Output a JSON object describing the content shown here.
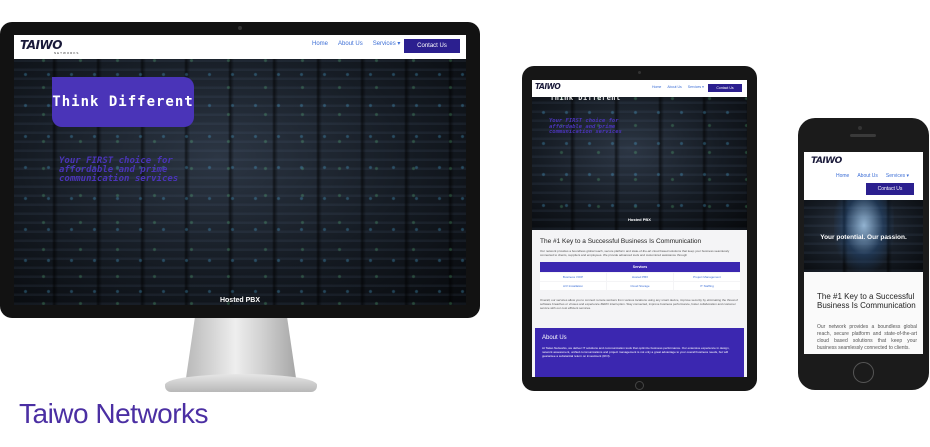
{
  "site": {
    "logo": {
      "text": "TAIWO",
      "sub": "NETWORKS"
    },
    "nav": {
      "home": "Home",
      "about": "About Us",
      "services": "Services ▾",
      "contact": "Contact Us"
    },
    "hero": {
      "title": "Think Different",
      "tagline": "Your FIRST choice for affordable and prime communication services",
      "caption": "Hosted PBX"
    },
    "section": {
      "heading": "The #1 Key to a Successful Business Is Communication",
      "intro": "Our network provides a boundless global reach, secure platform and state-of-the-art cloud based solutions that keep your business seamlessly connected to clients, suppliers and employees. We provide advanced tools and customized assistance through",
      "services_label": "Services",
      "services": [
        "Business VOIP",
        "Hosted PBX",
        "Project Management",
        "A/V Installation",
        "Cloud Storage",
        "IT Staffing"
      ],
      "outro": "Overall, our services allow you to connect remote workers from various locations using any smart device, improve security by eliminating the threat of software breaches or viruses and experience ZERO interruption. Stay connected, improve business performance, foster collaboration and customer service with our cost efficient services.",
      "about_heading": "About Us",
      "about_text": "At Taiwo Networks, we deliver IT solutions and communication tools that optimize business performance. Our extensive experience in design, network assessment, unified communications and project management is not only a great advantage to your overall business needs, but will guarantee a substantial return on investment (ROI)."
    },
    "phone_hero": "Your potential. Our passion.",
    "phone_heading": "The #1 Key to a Successful Business Is Communication",
    "phone_text": "Our network provides a boundless global reach, secure platform and state-of-the-art cloud based solutions that keep your business seamlessly connected to clients."
  },
  "caption": "Taiwo Networks",
  "colors": {
    "brand": "#4b2fa3",
    "cta": "#2b1f8f",
    "link": "#3d6fd6"
  }
}
